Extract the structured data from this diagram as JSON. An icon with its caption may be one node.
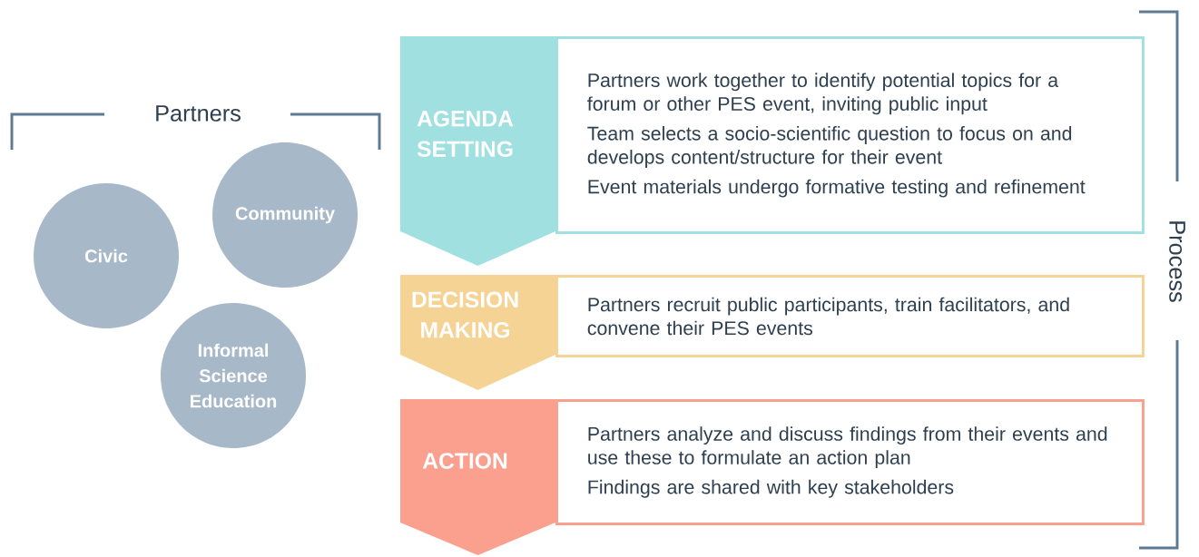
{
  "diagram": {
    "nodes": [
      {
        "text": [
          "Civic"
        ]
      },
      {
        "text": [
          "Community"
        ]
      },
      {
        "text": [
          "Informal Science Education"
        ]
      },
      {
        "text": [
          "AGENDA SETTING"
        ]
      },
      {
        "text": [
          "Partners work together to identify potential topics for a forum or other PES event, inviting public input",
          "Team selects a socio-scientific question to focus on and develops content/structure for their event",
          "Event materials undergo formative testing and refinement"
        ]
      },
      {
        "text": [
          "DECISION MAKING"
        ]
      },
      {
        "text": [
          "Partners recruit public participants, train facilitators, and convene their PES events"
        ]
      },
      {
        "text": [
          "ACTION"
        ]
      },
      {
        "text": [
          "Partners analyze and discuss findings from their events and use these to formulate an action plan",
          "Findings are shared with key stakeholders"
        ]
      }
    ],
    "labels": [
      "Partners",
      "Process"
    ]
  }
}
